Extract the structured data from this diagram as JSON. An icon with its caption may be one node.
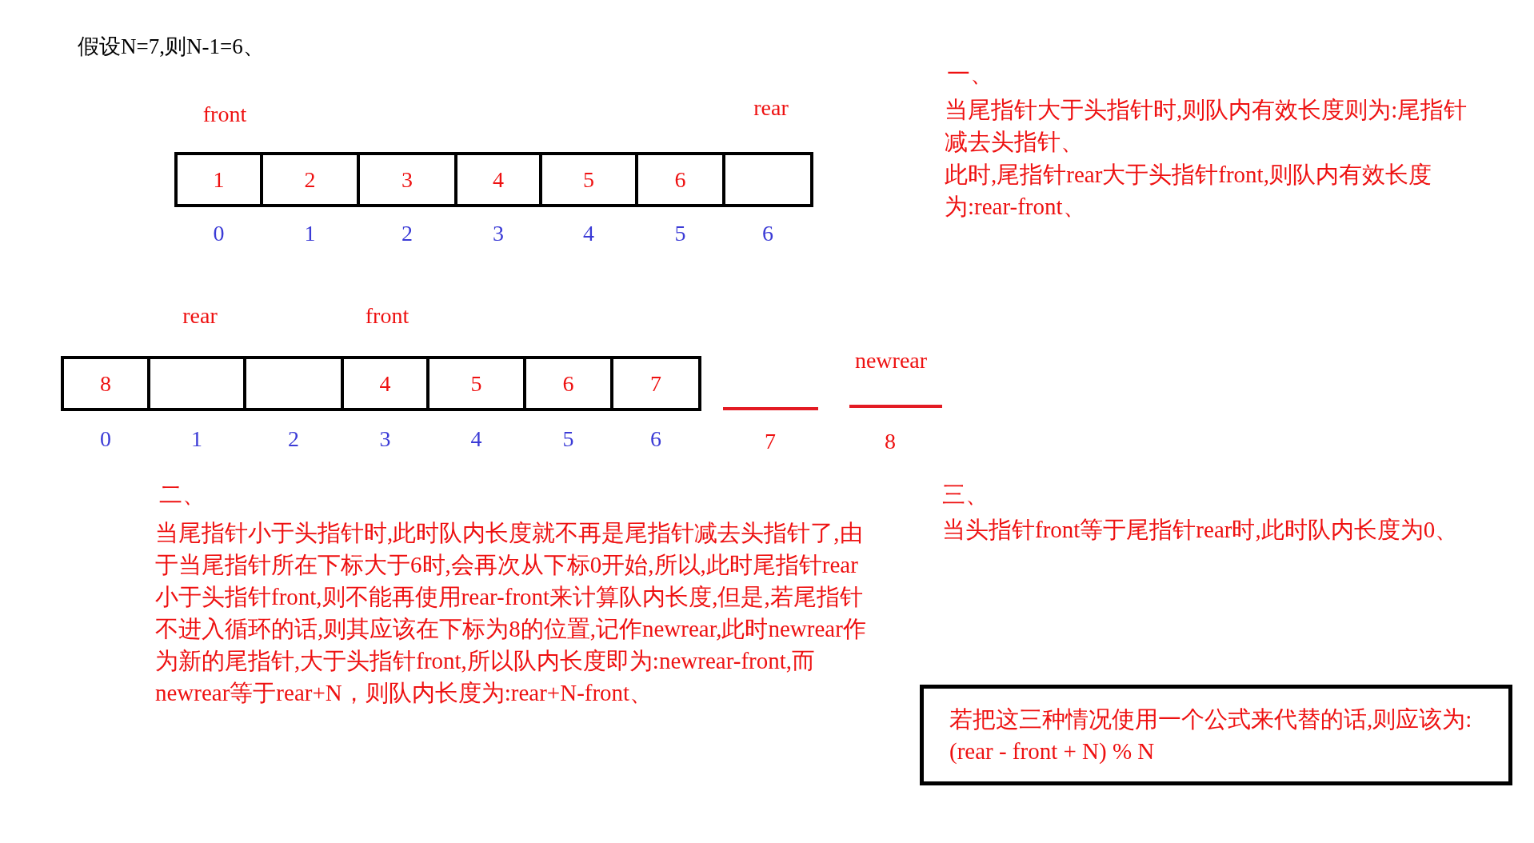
{
  "diagram": {
    "nodes": [
      {
        "text": [
          "1"
        ]
      },
      {
        "text": [
          "2"
        ]
      },
      {
        "text": [
          "3"
        ]
      },
      {
        "text": [
          "4"
        ]
      },
      {
        "text": [
          "5"
        ]
      },
      {
        "text": [
          "6"
        ]
      },
      {
        "text": [],
        "shape": "box"
      },
      {
        "text": [
          "8"
        ]
      },
      {
        "text": [],
        "shape": "box"
      },
      {
        "text": [],
        "shape": "box"
      },
      {
        "text": [
          "4"
        ]
      },
      {
        "text": [
          "5"
        ]
      },
      {
        "text": [
          "6"
        ]
      },
      {
        "text": [
          "7"
        ]
      },
      {
        "text": [
          "若把这三种情况使用一个公式来代替的话,则应该为:",
          "(rear - front + N) % N"
        ]
      }
    ],
    "labels": [
      "假设N=7,则N-1=6、",
      "front",
      "rear",
      "0",
      "1",
      "2",
      "3",
      "4",
      "5",
      "6",
      "一、",
      "当尾指针大于头指针时,则队内有效长度则为:尾指针减去头指针、",
      "此时,尾指针rear大于头指针front,则队内有效长度为:rear-front、",
      "rear",
      "front",
      "newrear",
      "0",
      "1",
      "2",
      "3",
      "4",
      "5",
      "6",
      "7",
      "8",
      "二、",
      "当尾指针小于头指针时,此时队内长度就不再是尾指针减去头指针了,由于当尾指针所在下标大于6时,会再次从下标0开始,所以,此时尾指针rear小于头指针front,则不能再使用rear-front来计算队内长度,但是,若尾指针不进入循环的话,则其应该在下标为8的位置,记作newrear,此时newrear作为新的尾指针,大于头指针front,所以队内长度即为:newrear-front,而newrear等于rear+N，则队内长度为:rear+N-front、",
      "三、",
      "当头指针front等于尾指针rear时,此时队内长度为0、"
    ]
  }
}
